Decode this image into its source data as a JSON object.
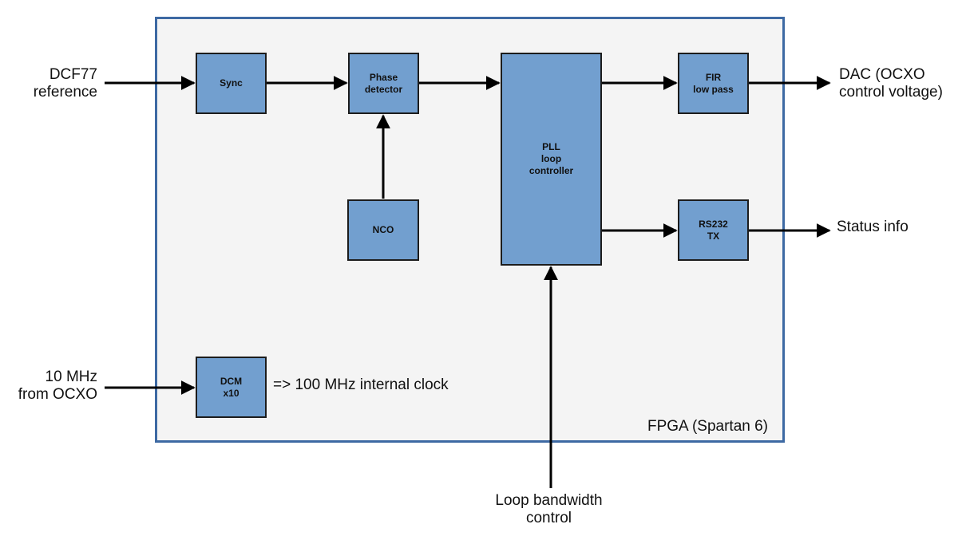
{
  "frame": {
    "label": "FPGA (Spartan 6)",
    "border_color": "#3d69a3",
    "fill_color": "#f4f4f4"
  },
  "block_fill_color": "#729fcf",
  "blocks": {
    "sync": {
      "lines": [
        "Sync"
      ]
    },
    "phase_detector": {
      "lines": [
        "Phase",
        "detector"
      ]
    },
    "nco": {
      "lines": [
        "NCO"
      ]
    },
    "pll": {
      "lines": [
        "PLL",
        "loop",
        "controller"
      ]
    },
    "fir": {
      "lines": [
        "FIR",
        "low pass"
      ]
    },
    "rs232": {
      "lines": [
        "RS232",
        "TX"
      ]
    },
    "dcm": {
      "lines": [
        "DCM",
        "x10"
      ]
    }
  },
  "inputs": {
    "dcf77": {
      "lines": [
        "DCF77",
        "reference"
      ]
    },
    "clock_10mhz": {
      "lines": [
        "10 MHz",
        "from OCXO"
      ]
    },
    "loop_bandwidth": {
      "lines": [
        "Loop bandwidth",
        "control"
      ]
    }
  },
  "outputs": {
    "dac": {
      "lines": [
        "DAC (OCXO",
        "control voltage)"
      ]
    },
    "status": {
      "lines": [
        "Status info"
      ]
    }
  },
  "annotations": {
    "internal_clock": "=> 100 MHz internal clock"
  }
}
